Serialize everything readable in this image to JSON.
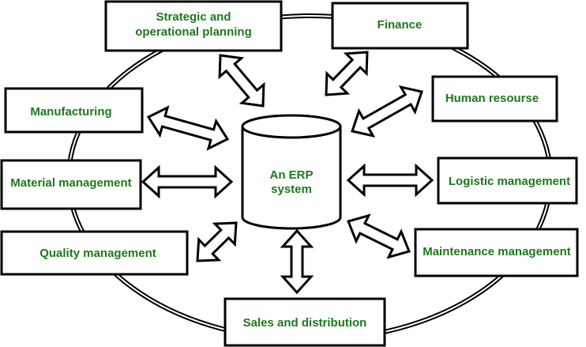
{
  "diagram": {
    "colors": {
      "label": "#1a7a1a",
      "stroke": "#000000",
      "fill": "#ffffff"
    },
    "center": {
      "lines": [
        "An ERP",
        "system"
      ]
    },
    "modules": [
      {
        "id": "strategic",
        "lines": [
          "Strategic and",
          "operational planning"
        ]
      },
      {
        "id": "finance",
        "lines": [
          "Finance"
        ]
      },
      {
        "id": "manufacturing",
        "lines": [
          "Manufacturing"
        ]
      },
      {
        "id": "human-resource",
        "lines": [
          "Human resourse"
        ]
      },
      {
        "id": "material",
        "lines": [
          "Material management"
        ]
      },
      {
        "id": "logistic",
        "lines": [
          "Logistic management"
        ]
      },
      {
        "id": "quality",
        "lines": [
          "Quality management"
        ]
      },
      {
        "id": "maintenance",
        "lines": [
          "Maintenance management"
        ]
      },
      {
        "id": "sales",
        "lines": [
          "Sales and distribution"
        ]
      }
    ]
  }
}
